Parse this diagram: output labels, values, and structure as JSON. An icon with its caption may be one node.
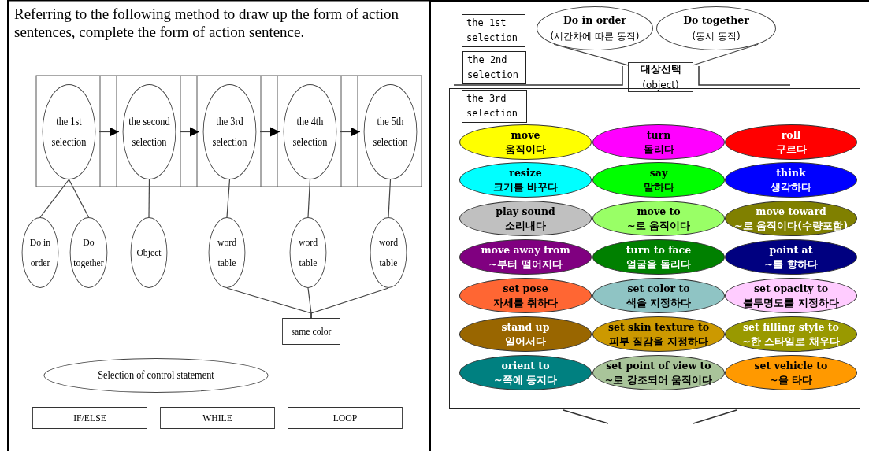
{
  "diagram": {
    "title": "Referring to the following method to draw up the form of action sentences, complete the form of action sentence.",
    "nodes": [
      {
        "text": [
          "the 1st selection"
        ]
      },
      {
        "text": [
          "the second selection"
        ]
      },
      {
        "text": [
          "the 3rd selection"
        ]
      },
      {
        "text": [
          "the 4th selection"
        ]
      },
      {
        "text": [
          "the 5th selection"
        ]
      },
      {
        "text": [
          "Do in order"
        ]
      },
      {
        "text": [
          "Do together"
        ]
      },
      {
        "text": [
          "Object"
        ]
      },
      {
        "text": [
          "word table"
        ]
      },
      {
        "text": [
          "word table"
        ]
      },
      {
        "text": [
          "word table"
        ]
      },
      {
        "text": [
          "same color"
        ]
      },
      {
        "text": [
          "Selection of control statement"
        ]
      },
      {
        "text": [
          "IF/ELSE"
        ]
      },
      {
        "text": [
          "WHILE"
        ]
      },
      {
        "text": [
          "LOOP"
        ]
      },
      {
        "text": [
          "the 1st selection"
        ]
      },
      {
        "text": [
          "the 2nd selection"
        ]
      },
      {
        "text": [
          "Do in order",
          "(시간차에 따른 동작)"
        ]
      },
      {
        "text": [
          "Do together",
          "(동시 동작)"
        ]
      },
      {
        "text": [
          "대상선택",
          "(object)"
        ]
      },
      {
        "text": [],
        "shape": "box"
      },
      {
        "text": [
          "the 3rd selection"
        ],
        "in": 21
      },
      {
        "text": [
          "move",
          "움직이다"
        ],
        "in": 21
      },
      {
        "text": [
          "turn",
          "돌리다"
        ],
        "in": 21
      },
      {
        "text": [
          "roll",
          "구르다"
        ],
        "in": 21
      },
      {
        "text": [
          "resize",
          "크기를 바꾸다"
        ],
        "in": 21
      },
      {
        "text": [
          "say",
          "말하다"
        ],
        "in": 21
      },
      {
        "text": [
          "think",
          "생각하다"
        ],
        "in": 21
      },
      {
        "text": [
          "play sound",
          "소리내다"
        ],
        "in": 21
      },
      {
        "text": [
          "move to",
          "~로 움직이다"
        ],
        "in": 21
      },
      {
        "text": [
          "move toward",
          "~로 움직이다(수량포함)"
        ],
        "in": 21
      },
      {
        "text": [
          "move away from",
          "~부터 떨어지다"
        ],
        "in": 21
      },
      {
        "text": [
          "turn to face",
          "얼굴을 돌리다"
        ],
        "in": 21
      },
      {
        "text": [
          "point at",
          "~를 향하다"
        ],
        "in": 21
      },
      {
        "text": [
          "set pose",
          "자세를 취하다"
        ],
        "in": 21
      },
      {
        "text": [
          "set color to",
          "색을 지정하다"
        ],
        "in": 21
      },
      {
        "text": [
          "set opacity to",
          "불투명도를 지정하다"
        ],
        "in": 21
      },
      {
        "text": [
          "stand up",
          "일어서다"
        ],
        "in": 21
      },
      {
        "text": [
          "set skin texture to",
          "피부 질감을 지정하다"
        ],
        "in": 21
      },
      {
        "text": [
          "set filling style to",
          "~한 스타일로 채우다"
        ],
        "in": 21
      },
      {
        "text": [
          "orient to",
          "~쪽에 등지다"
        ],
        "in": 21
      },
      {
        "text": [
          "set point of view to",
          "~로 강조되어 움직이다"
        ],
        "in": 21
      },
      {
        "text": [
          "set vehicle to",
          "~을 타다"
        ],
        "in": 21
      }
    ],
    "edges": [
      {
        "from": 0,
        "to": 1,
        "arrow": "to"
      },
      {
        "from": 1,
        "to": 2,
        "arrow": "to"
      },
      {
        "from": 2,
        "to": 3,
        "arrow": "to"
      },
      {
        "from": 3,
        "to": 4,
        "arrow": "to"
      },
      {
        "from": 0,
        "to": 5,
        "arrow": "none"
      },
      {
        "from": 0,
        "to": 6,
        "arrow": "none"
      },
      {
        "from": 1,
        "to": 7,
        "arrow": "none"
      },
      {
        "from": 2,
        "to": 8,
        "arrow": "none"
      },
      {
        "from": 3,
        "to": 9,
        "arrow": "none"
      },
      {
        "from": 4,
        "to": 10,
        "arrow": "none"
      },
      {
        "from": 8,
        "to": 11,
        "arrow": "none"
      },
      {
        "from": 9,
        "to": 11,
        "arrow": "none"
      },
      {
        "from": 10,
        "to": 11,
        "arrow": "none"
      },
      {
        "from": 18,
        "to": 20,
        "arrow": "none"
      },
      {
        "from": 19,
        "to": 20,
        "arrow": "none"
      }
    ]
  }
}
